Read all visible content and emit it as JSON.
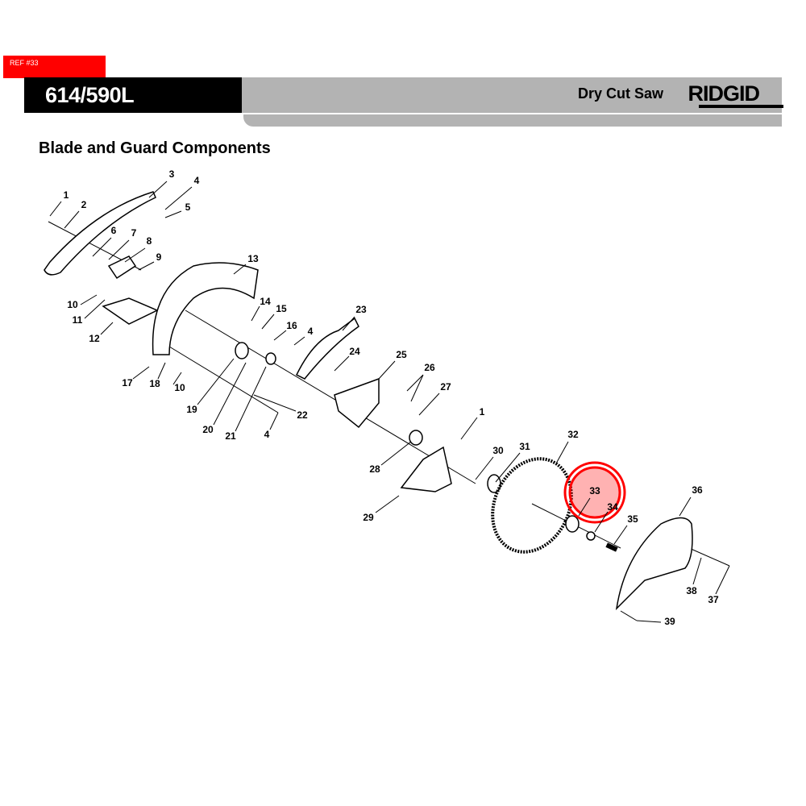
{
  "ref_tag": "REF #33",
  "header": {
    "model": "614/590L",
    "product": "Dry Cut Saw",
    "brand_logo": "RIDGID"
  },
  "section_title": "Blade and Guard Components",
  "highlight": {
    "part": "33",
    "color": "#ff0000"
  },
  "parts": [
    "1",
    "2",
    "3",
    "4",
    "5",
    "6",
    "7",
    "8",
    "9",
    "10",
    "11",
    "12",
    "13",
    "14",
    "15",
    "16",
    "4",
    "23",
    "24",
    "25",
    "26",
    "27",
    "1",
    "17",
    "18",
    "10",
    "19",
    "20",
    "21",
    "22",
    "4",
    "28",
    "30",
    "31",
    "32",
    "29",
    "33",
    "34",
    "35",
    "36",
    "38",
    "37",
    "39"
  ]
}
